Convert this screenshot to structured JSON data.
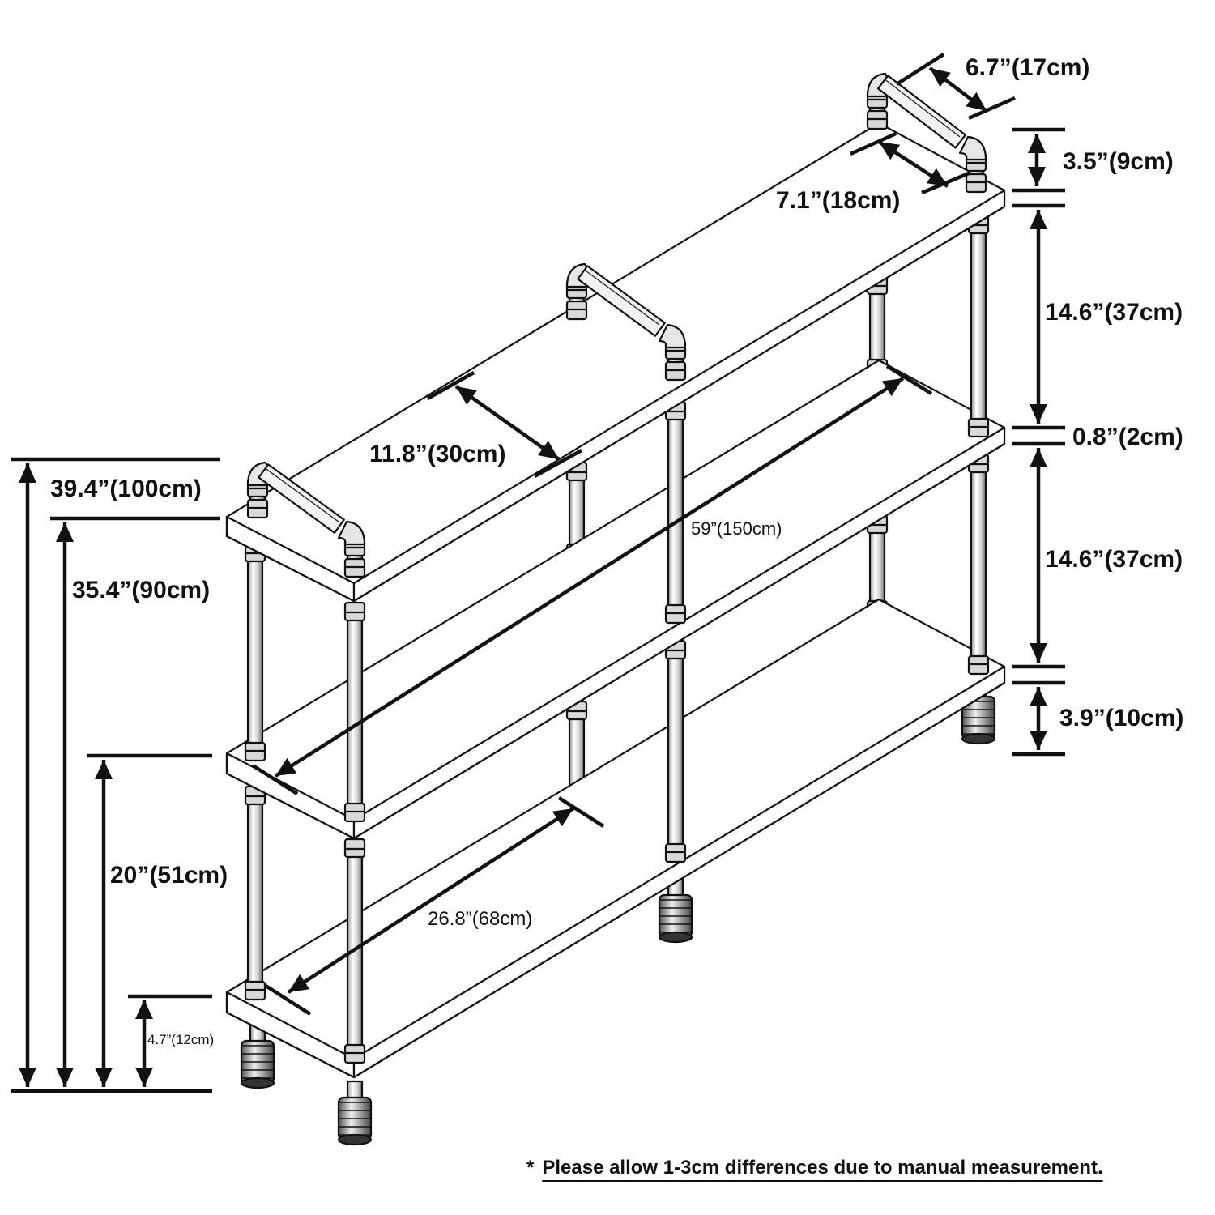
{
  "diagram": {
    "dimensions": {
      "top_pipe_depth": "6.7”(17cm)",
      "top_pipe_inner": "7.1”(18cm)",
      "top_pipe_height": "3.5”(9cm)",
      "shelf_spacing_upper": "14.6”(37cm)",
      "shelf_thickness": "0.8”(2cm)",
      "shelf_spacing_lower": "14.6”(37cm)",
      "foot_height": "3.9”(10cm)",
      "shelf_depth": "11.8”(30cm)",
      "total_width": "59”(150cm)",
      "section_width": "26.8”(68cm)",
      "total_height": "39.4”(100cm)",
      "top_shelf_height": "35.4”(90cm)",
      "middle_shelf_height": "20”(51cm)",
      "bottom_shelf_height": "4.7”(12cm)"
    },
    "footnote": {
      "marker": "*",
      "text": "Please allow 1-3cm differences due to manual measurement."
    },
    "colors": {
      "line": "#111111",
      "fill": "#ffffff",
      "pipe_shade": "#d6d6d6"
    }
  }
}
